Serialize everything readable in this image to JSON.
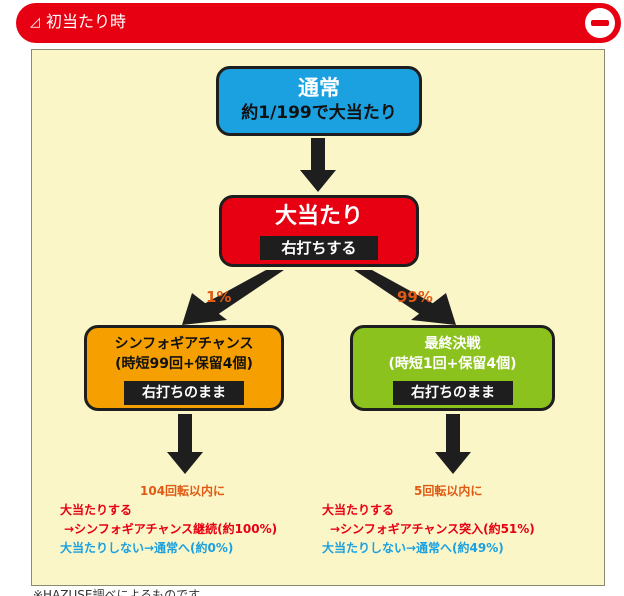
{
  "header": {
    "triangle_glyph": "◿",
    "title": "初当たり時",
    "toggle_icon": "minus-circle-icon"
  },
  "flow": {
    "normal": {
      "title": "通常",
      "subtitle": "約1/199で大当たり"
    },
    "big_hit": {
      "title": "大当たり",
      "label": "右打ちする"
    },
    "branch_left_pct": "1%",
    "branch_right_pct": "99%",
    "symphogear_chance": {
      "title": "シンフォギアチャンス",
      "subtitle": "(時短99回+保留4個)",
      "label": "右打ちのまま"
    },
    "final_battle": {
      "title": "最終決戦",
      "subtitle": "(時短1回+保留4個)",
      "label": "右打ちのまま"
    },
    "left_result": {
      "heading": "104回転以内に",
      "line1": "大当たりする",
      "line2": "→シンフォギアチャンス継続(約100%)",
      "line3": "大当たりしない→通常へ(約0%)"
    },
    "right_result": {
      "heading": "5回転以内に",
      "line1": "大当たりする",
      "line2": "→シンフォギアチャンス突入(約51%)",
      "line3": "大当たりしない→通常へ(約49%)"
    }
  },
  "footnote": "※HAZUSE調べによるものです",
  "colors": {
    "header_red": "#e60012",
    "panel_bg": "#fbf6c8",
    "normal_blue": "#1ba0e0",
    "hit_red": "#e60012",
    "symphogear_orange": "#f5a000",
    "final_green": "#8cc21e",
    "pct_orange": "#e05a14"
  }
}
